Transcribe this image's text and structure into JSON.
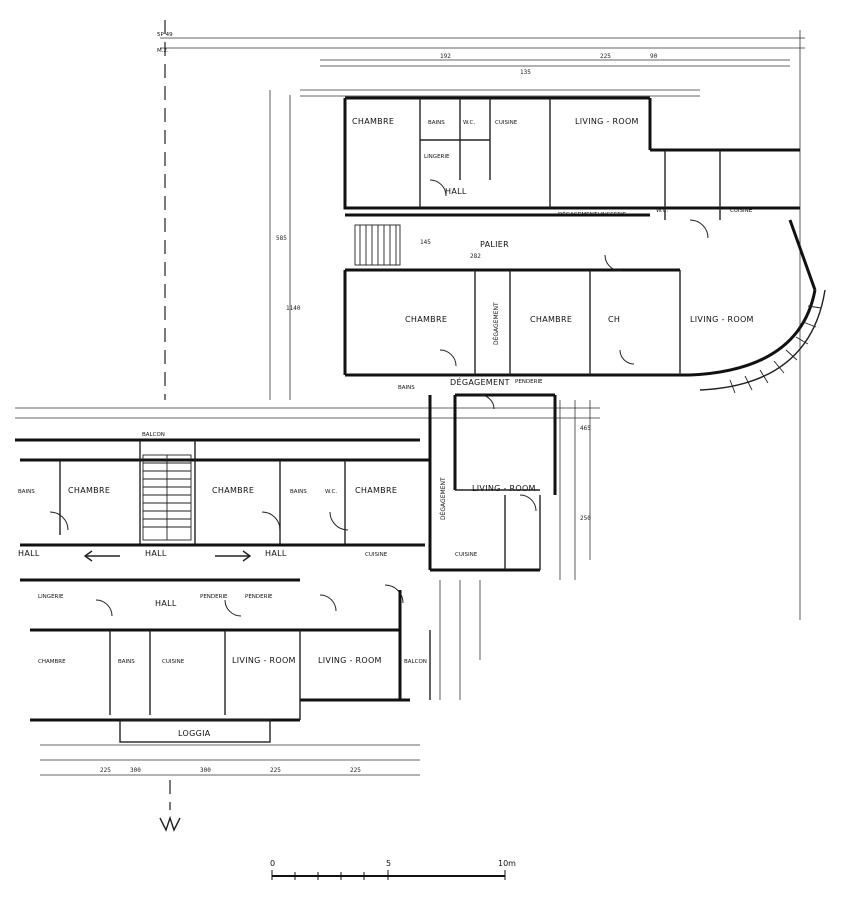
{
  "plan": {
    "labels": {
      "chambre_top": "CHAMBRE",
      "bains_top": "BAINS",
      "wc_top": "W.C.",
      "cuisine_top": "CUISINE",
      "living_top": "LIVING - ROOM",
      "lingerie_top": "LINGERIE",
      "hall_top": "HALL",
      "cuisine_right": "CUISINE",
      "degag_top": "DÉGAGEMENT",
      "vaisserie": "VAISSERIE",
      "wc_right": "W.C.",
      "palier": "PALIER",
      "chambre_mid1": "CHAMBRE",
      "degagement_v1": "DÉGAGEMENT",
      "chambre_mid2": "CHAMBRE",
      "ch_mid3": "CH",
      "living_round": "LIVING - ROOM",
      "bains_mid": "BAINS",
      "degag_mid": "DÉGAGEMENT",
      "penderie": "PENDERIE",
      "bains_left": "BAINS",
      "chambre_l1": "CHAMBRE",
      "chambre_l2": "CHAMBRE",
      "bains_l2": "BAINS",
      "wc_l2": "W.C.",
      "chambre_l3": "CHAMBRE",
      "degagement_v2": "DÉGAGEMENT",
      "living_mid": "LIVING - ROOM",
      "hall_1": "HALL",
      "hall_2": "HALL",
      "hall_3": "HALL",
      "cuisine_mid": "CUISINE",
      "cuisine_mid2": "CUISINE",
      "lingerie_l1": "LINGERIE",
      "penderie_l1": "PENDERIE",
      "penderie_l2": "PENDERIE",
      "hall_low": "HALL",
      "chambre_bot": "CHAMBRE",
      "bains_bot": "BAINS",
      "cuisine_bot": "CUISINE",
      "living_bot1": "LIVING - ROOM",
      "living_bot2": "LIVING - ROOM",
      "balcon_bot": "BALCON",
      "loggia": "LOGGIA",
      "balcon_top": "BALCON"
    },
    "dimensions": {
      "d_top1": "192",
      "d_top2": "225",
      "d_top3": "135",
      "d_top4": "90",
      "d_left_v": "585",
      "d_left_v2": "1140",
      "d_bot1": "225",
      "d_bot2": "300",
      "d_bot3": "300",
      "d_bot4": "225",
      "d_bot5": "225",
      "d_mid1": "145",
      "d_mid2": "282",
      "d_side1": "465",
      "d_side2": "250"
    },
    "scale": {
      "tick_0": "0",
      "tick_5": "5",
      "tick_10": "10m"
    },
    "marks": {
      "north_top": "5P 49",
      "axis_lbl": "M.2."
    }
  }
}
